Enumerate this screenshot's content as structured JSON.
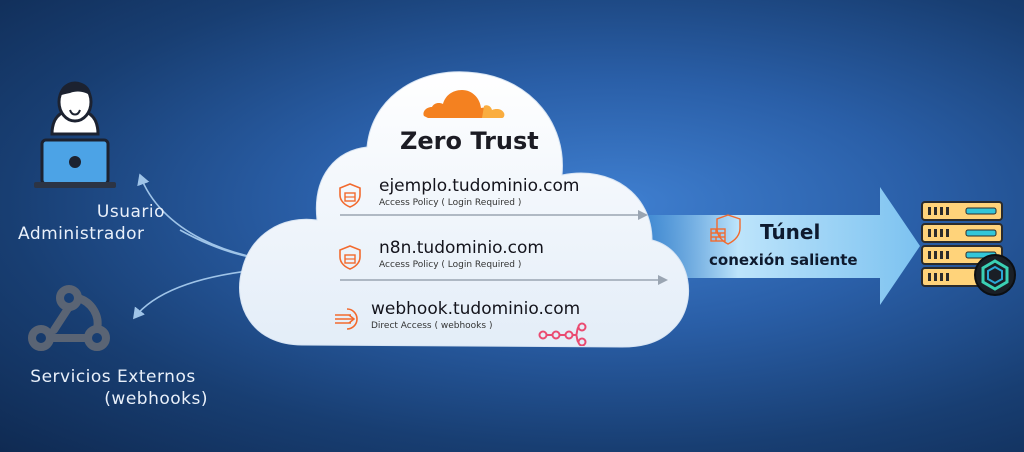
{
  "cloud": {
    "title": "Zero Trust",
    "brand_color": "#f48120"
  },
  "routes": [
    {
      "domain": "ejemplo.tudominio.com",
      "policy": "Access Policy ( Login Required )",
      "icon": "shield-icon"
    },
    {
      "domain": "n8n.tudominio.com",
      "policy": "Access Policy ( Login Required )",
      "icon": "shield-icon"
    },
    {
      "domain": "webhook.tudominio.com",
      "policy": "Direct Access ( webhooks )",
      "icon": "login-arrow-icon"
    }
  ],
  "actors": {
    "admin": {
      "line1": "Usuario",
      "line2": "Administrador",
      "icon": "user-laptop-icon"
    },
    "external": {
      "line1": "Servicios Externos",
      "line2": "(webhooks)",
      "icon": "webhook-icon"
    }
  },
  "tunnel": {
    "title": "Túnel",
    "subtitle": "conexión saliente",
    "icon": "firewall-shield-icon"
  },
  "server": {
    "icon": "server-rack-icon",
    "badge_icon": "hexagon-logo-icon"
  },
  "colors": {
    "accent_orange": "#f26a2e",
    "n8n_pink": "#ea4b71",
    "arrow_blue": "#7fc0ee"
  }
}
